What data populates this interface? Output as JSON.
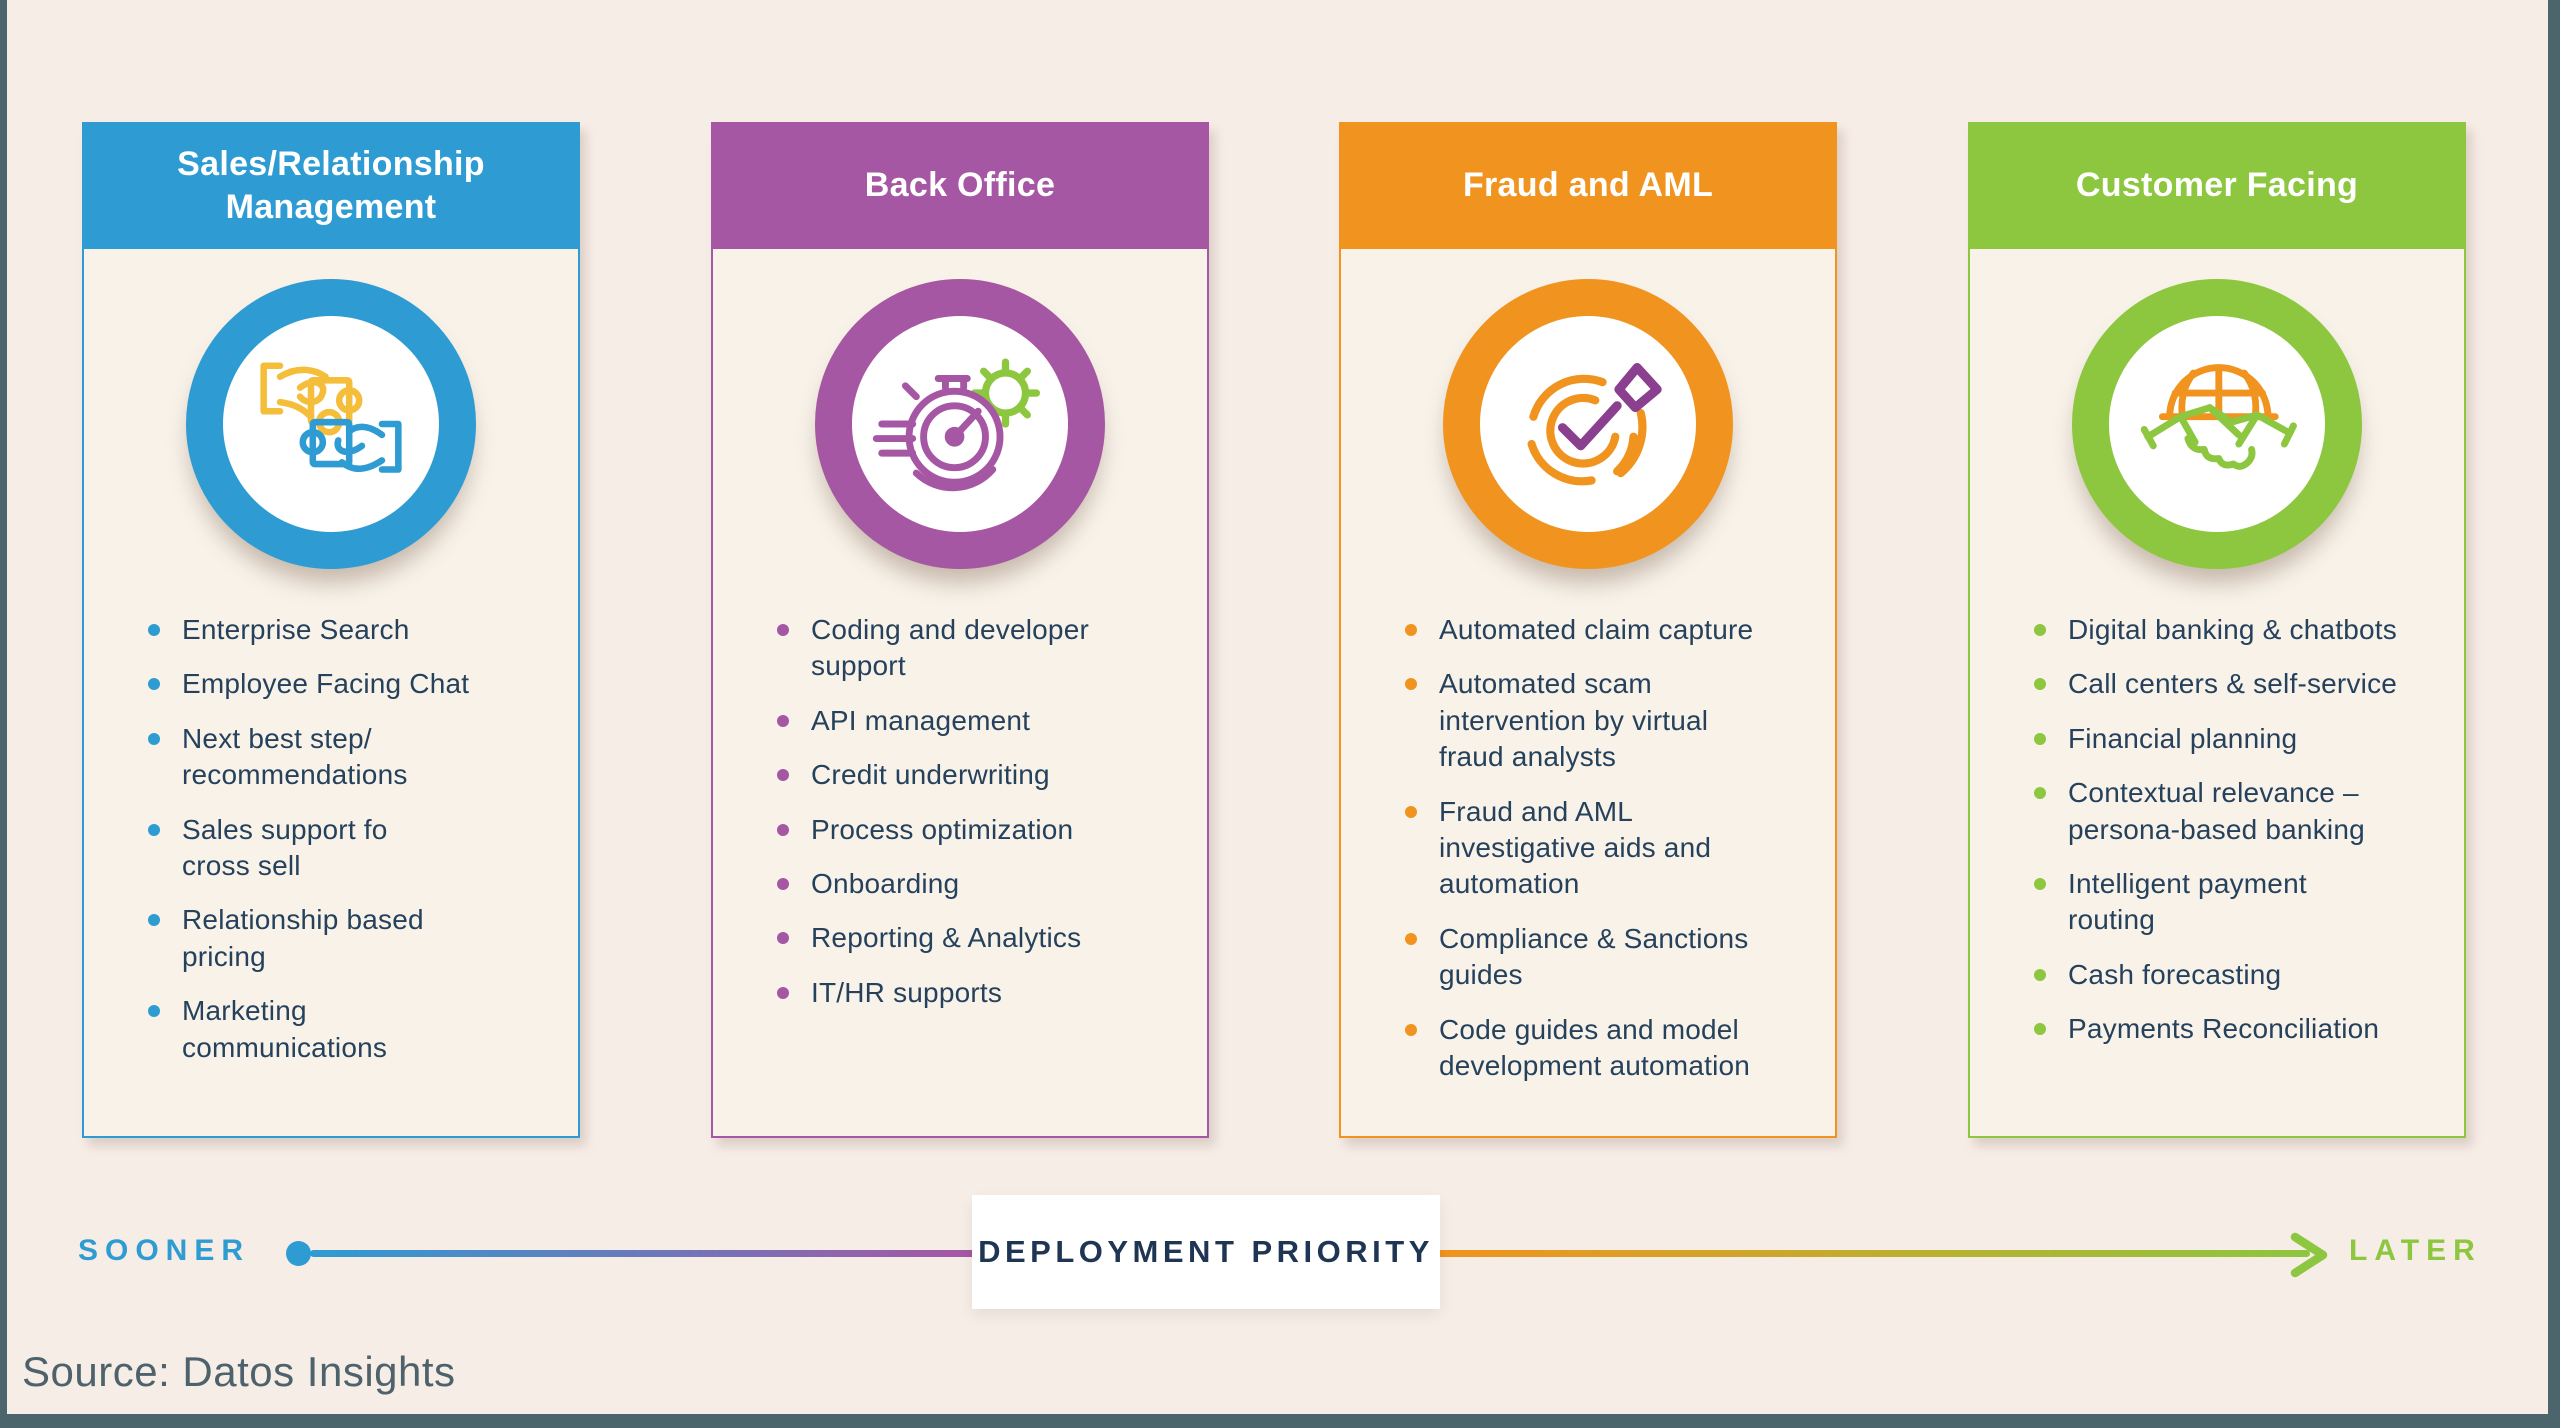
{
  "palette": {
    "blue": "#2E9CD2",
    "purple": "#A657A4",
    "orange": "#F0941F",
    "green": "#8DC63F",
    "yellow": "#F4BE3B",
    "check_purple": "#8A3F8F",
    "navy_text": "#25415C",
    "label_navy": "#1F3554",
    "background": "#F7EDE7",
    "card_background": "#F8F2E9",
    "frame": "#4C656D",
    "source_gray": "#4E626C"
  },
  "cards": [
    {
      "title": "Sales/Relationship\nManagement",
      "accent": "#2E9CD2",
      "icon": "puzzle-hands-icon",
      "items": [
        "Enterprise Search",
        "Employee Facing Chat",
        "Next best step/\nrecommendations",
        "Sales support fo\ncross sell",
        "Relationship based\npricing",
        "Marketing\ncommunications"
      ]
    },
    {
      "title": "Back Office",
      "accent": "#A657A4",
      "icon": "stopwatch-gear-icon",
      "items": [
        "Coding and developer\nsupport",
        "API management",
        "Credit underwriting",
        "Process optimization",
        "Onboarding",
        "Reporting & Analytics",
        "IT/HR supports"
      ]
    },
    {
      "title": "Fraud and AML",
      "accent": "#F0941F",
      "icon": "donut-check-icon",
      "items": [
        "Automated claim capture",
        "Automated scam\nintervention by virtual\nfraud analysts",
        "Fraud and AML\ninvestigative aids and\nautomation",
        "Compliance & Sanctions\nguides",
        "Code guides and model\ndevelopment automation"
      ]
    },
    {
      "title": "Customer Facing",
      "accent": "#8DC63F",
      "icon": "globe-handshake-icon",
      "items": [
        "Digital banking & chatbots",
        "Call centers & self-service",
        "Financial planning",
        "Contextual relevance –\npersona-based banking",
        "Intelligent payment\nrouting",
        "Cash forecasting",
        "Payments Reconciliation"
      ]
    }
  ],
  "axis": {
    "sooner_label": "SOONER",
    "priority_label": "DEPLOYMENT PRIORITY",
    "later_label": "LATER"
  },
  "page": {
    "source_text": "Source: Datos Insights"
  }
}
